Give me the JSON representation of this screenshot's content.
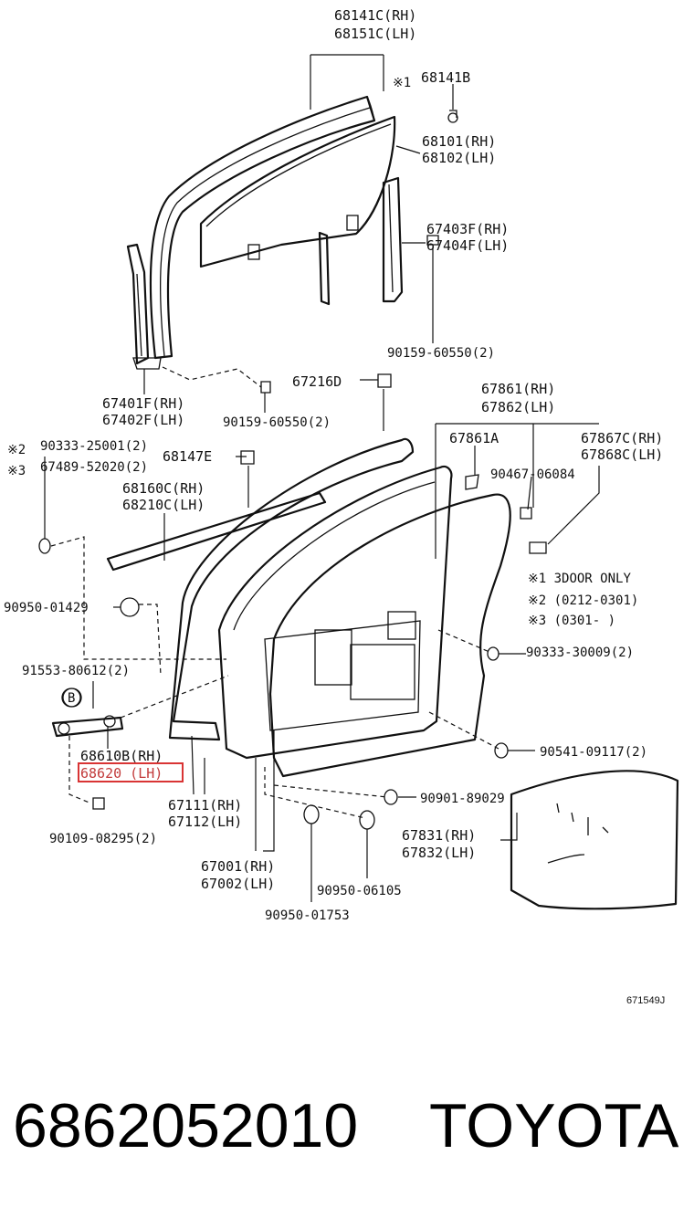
{
  "diagram": {
    "labels": {
      "window_frame_rh": "68141C(RH)",
      "window_frame_lh": "68151C(LH)",
      "note1_mark": "※1",
      "clip_68141b": "68141B",
      "glass_rh": "68101(RH)",
      "glass_lh": "68102(LH)",
      "rear_channel_rh": "67403F(RH)",
      "rear_channel_lh": "67404F(LH)",
      "bolt_rear": "90159-60550(2)",
      "front_channel_rh": "67401F(RH)",
      "front_channel_lh": "67402F(LH)",
      "bolt_front": "90159-60550(2)",
      "clip_67216d": "67216D",
      "weatherstrip_rh": "67861(RH)",
      "weatherstrip_lh": "67862(LH)",
      "note2_mark": "※2",
      "note2_part": "90333-25001(2)",
      "note3_mark": "※3",
      "note3_part": "67489-52020(2)",
      "clip_68147e": "68147E",
      "clip_67861a": "67861A",
      "weather_strip_inner_rh": "67867C(RH)",
      "weather_strip_inner_lh": "67868C(LH)",
      "clip_90467": "90467-06084",
      "belt_moulding_rh": "68160C(RH)",
      "belt_moulding_lh": "68210C(LH)",
      "legend1": "※1 3DOOR ONLY",
      "legend2": "※2 (0212-0301)",
      "legend3": "※3 (0301-      )",
      "plug_90950_01429": "90950-01429",
      "plug_90333_30009": "90333-30009(2)",
      "bolt_91553": "91553-80612(2)",
      "callout_b": "B",
      "check_rh": "68610B(RH)",
      "check_lh": "68620  (LH)",
      "nut_90541": "90541-09117(2)",
      "clip_90901": "90901-89029",
      "bolt_90109": "90109-08295(2)",
      "outer_panel_rh": "67111(RH)",
      "outer_panel_lh": "67112(LH)",
      "trim_rh": "67831(RH)",
      "trim_lh": "67832(LH)",
      "door_rh": "67001(RH)",
      "door_lh": "67002(LH)",
      "plug_90950_06105": "90950-06105",
      "plug_90950_01753": "90950-01753",
      "figure_code": "671549J"
    },
    "footer": {
      "part_number": "6862052010",
      "brand": "TOYOTA"
    },
    "colors": {
      "highlight": "#d93434",
      "line": "#111111"
    }
  }
}
